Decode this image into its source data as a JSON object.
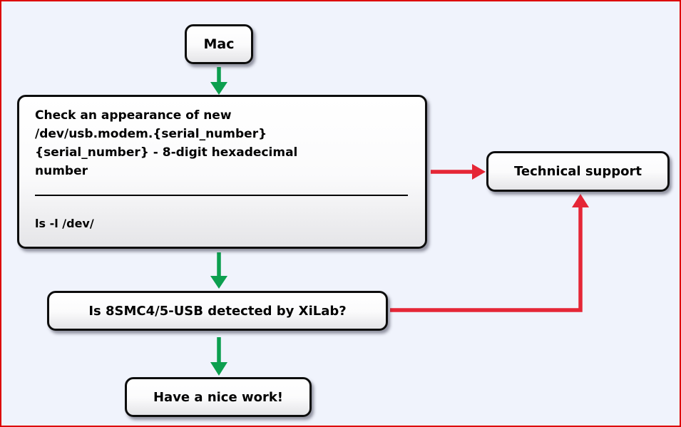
{
  "page": {
    "background": "#f0f3fc",
    "border_color": "#dd0000"
  },
  "colors": {
    "green": "#0c9f4f",
    "red": "#e52636",
    "box_border": "#0d0d0d",
    "text": "#000000"
  },
  "flowchart": {
    "nodes": {
      "start": {
        "label": "Mac"
      },
      "check": {
        "text": "Check an appearance of new\n/dev/usb.modem.{serial_number}\n{serial_number} - 8-digit hexadecimal\nnumber",
        "command": "ls -l /dev/"
      },
      "support": {
        "label": "Technical support"
      },
      "question": {
        "label": "Is 8SMC4/5-USB detected by XiLab?"
      },
      "finish": {
        "label": "Have a nice work!"
      }
    },
    "connectors": [
      {
        "from": "start",
        "to": "check",
        "color": "green"
      },
      {
        "from": "check",
        "to": "support",
        "color": "red"
      },
      {
        "from": "check",
        "to": "question",
        "color": "green"
      },
      {
        "from": "question",
        "to": "support",
        "color": "red"
      },
      {
        "from": "question",
        "to": "finish",
        "color": "green"
      }
    ]
  }
}
